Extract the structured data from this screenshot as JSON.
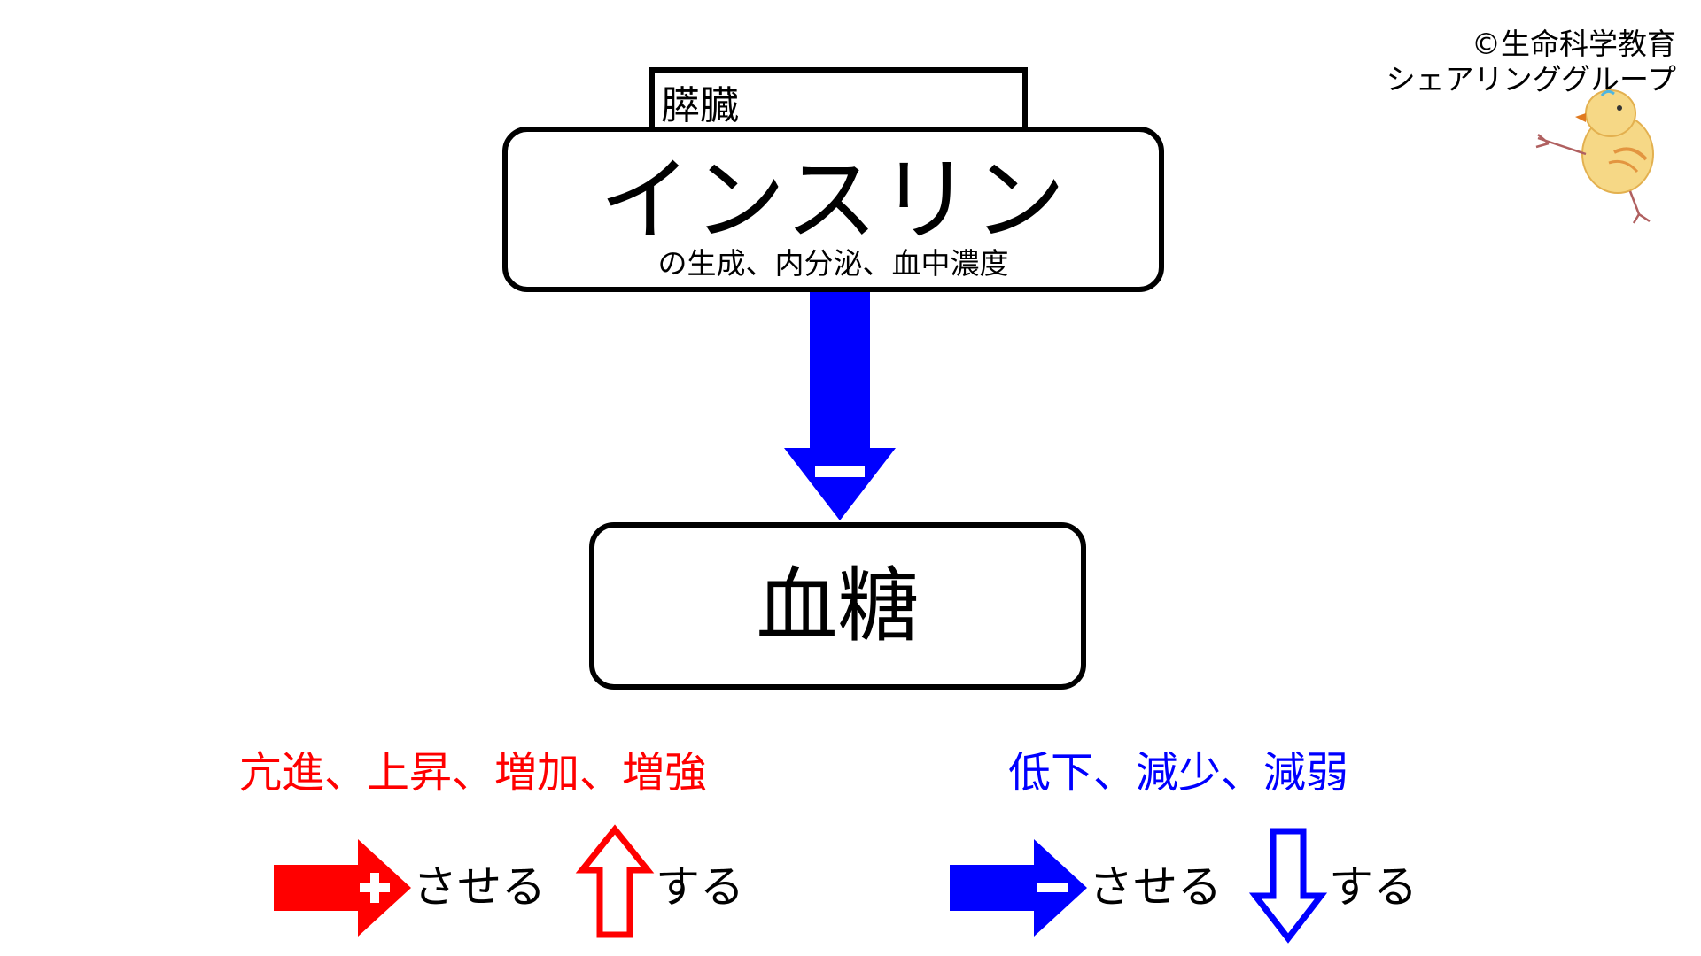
{
  "copyright": {
    "line1": "©生命科学教育",
    "line2": "シェアリンググループ"
  },
  "diagram": {
    "source_label": "膵臓",
    "hormone": "インスリン",
    "hormone_subtitle": "の生成、内分泌、血中濃度",
    "arrow_sign": "−",
    "target": "血糖"
  },
  "legend": {
    "increase_terms": "亢進、上昇、増加、増強",
    "decrease_terms": "低下、減少、減弱",
    "increase_arrow_sign": "+",
    "decrease_arrow_sign": "−",
    "saseru_1": "させる",
    "suru_1": "する",
    "saseru_2": "させる",
    "suru_2": "する"
  },
  "colors": {
    "increase": "#ff0000",
    "decrease": "#0000ff",
    "outline": "#000000"
  },
  "icons": {
    "mascot": "chick-mascot-icon"
  }
}
